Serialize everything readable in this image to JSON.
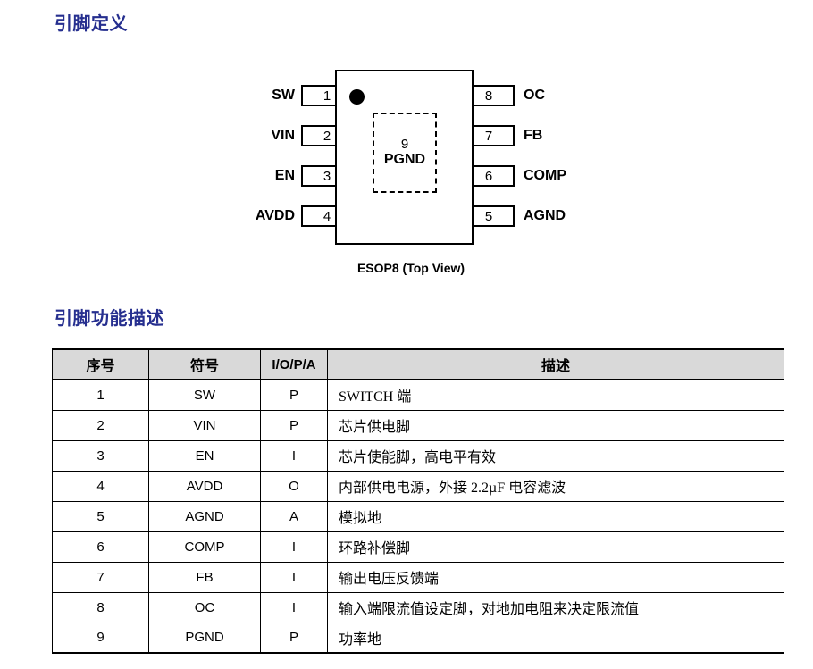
{
  "sections": {
    "pin_definition_heading": "引脚定义",
    "pin_function_heading": "引脚功能描述"
  },
  "diagram": {
    "caption": "ESOP8 (Top View)",
    "thermal_pad": {
      "number": "9",
      "label": "PGND"
    },
    "left_pins": [
      {
        "number": "1",
        "name": "SW"
      },
      {
        "number": "2",
        "name": "VIN"
      },
      {
        "number": "3",
        "name": "EN"
      },
      {
        "number": "4",
        "name": "AVDD"
      }
    ],
    "right_pins": [
      {
        "number": "8",
        "name": "OC"
      },
      {
        "number": "7",
        "name": "FB"
      },
      {
        "number": "6",
        "name": "COMP"
      },
      {
        "number": "5",
        "name": "AGND"
      }
    ]
  },
  "table": {
    "headers": {
      "no": "序号",
      "symbol": "符号",
      "type": "I/O/P/A",
      "description": "描述"
    },
    "rows": [
      {
        "no": "1",
        "symbol": "SW",
        "type": "P",
        "description": "SWITCH 端"
      },
      {
        "no": "2",
        "symbol": "VIN",
        "type": "P",
        "description": "芯片供电脚"
      },
      {
        "no": "3",
        "symbol": "EN",
        "type": "I",
        "description": "芯片使能脚，高电平有效"
      },
      {
        "no": "4",
        "symbol": "AVDD",
        "type": "O",
        "description": "内部供电电源，外接 2.2µF 电容滤波"
      },
      {
        "no": "5",
        "symbol": "AGND",
        "type": "A",
        "description": "模拟地"
      },
      {
        "no": "6",
        "symbol": "COMP",
        "type": "I",
        "description": "环路补偿脚"
      },
      {
        "no": "7",
        "symbol": "FB",
        "type": "I",
        "description": "输出电压反馈端"
      },
      {
        "no": "8",
        "symbol": "OC",
        "type": "I",
        "description": "输入端限流值设定脚，对地加电阻来决定限流值"
      },
      {
        "no": "9",
        "symbol": "PGND",
        "type": "P",
        "description": "功率地"
      }
    ]
  },
  "colors": {
    "heading": "#262f8f",
    "table_header_bg": "#d9d9d9",
    "border": "#000000"
  }
}
